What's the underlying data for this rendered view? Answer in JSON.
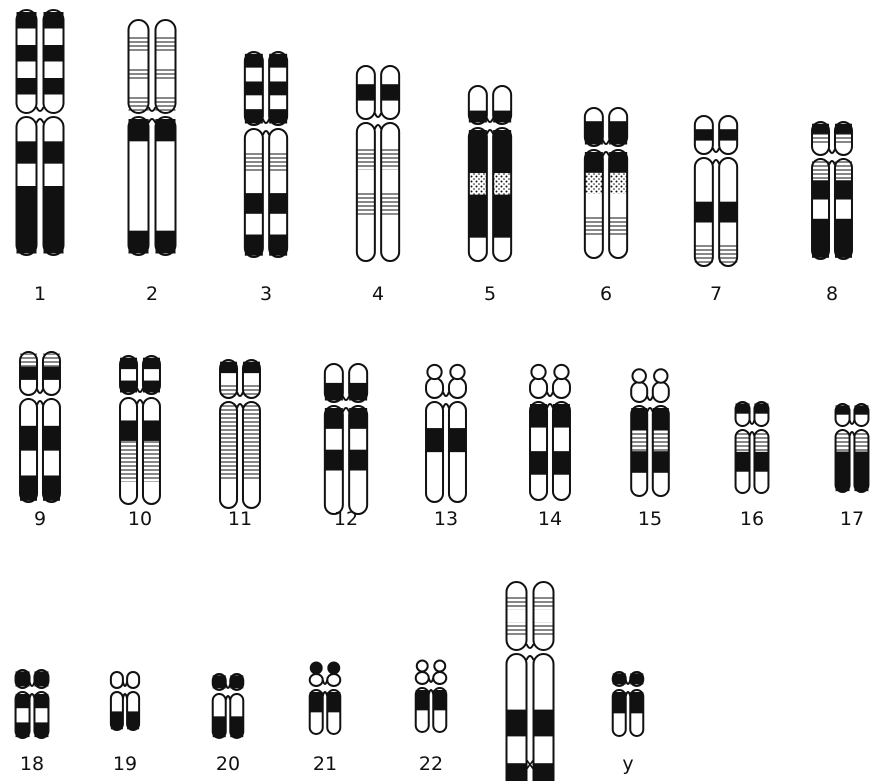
{
  "figure": {
    "title": "",
    "colors": {
      "ink": "#111111",
      "paper": "#ffffff"
    }
  },
  "chromosomes": [
    {
      "label": "1",
      "bands_p": [
        "d",
        "w",
        "d",
        "w",
        "d",
        "w"
      ],
      "bands_q": [
        "w",
        "d",
        "w",
        "d",
        "d",
        "d"
      ],
      "satellites": false
    },
    {
      "label": "2",
      "bands_p": [
        "w",
        "l",
        "w",
        "l",
        "w",
        "l"
      ],
      "bands_q": [
        "d",
        "w",
        "w",
        "w",
        "w",
        "d"
      ],
      "satellites": false
    },
    {
      "label": "3",
      "bands_p": [
        "d",
        "w",
        "d",
        "w",
        "d"
      ],
      "bands_q": [
        "w",
        "l",
        "w",
        "d",
        "w",
        "d"
      ],
      "satellites": false
    },
    {
      "label": "4",
      "bands_p": [
        "w",
        "d",
        "w"
      ],
      "bands_q": [
        "w",
        "l",
        "w",
        "l",
        "w",
        "w"
      ],
      "satellites": false
    },
    {
      "label": "5",
      "bands_p": [
        "w",
        "w",
        "d"
      ],
      "bands_q": [
        "d",
        "d",
        "s",
        "d",
        "d",
        "w"
      ],
      "satellites": false
    },
    {
      "label": "6",
      "bands_p": [
        "w",
        "d",
        "d"
      ],
      "bands_q": [
        "d",
        "s",
        "w",
        "l",
        "w"
      ],
      "satellites": false
    },
    {
      "label": "7",
      "bands_p": [
        "w",
        "d",
        "w"
      ],
      "bands_q": [
        "w",
        "w",
        "d",
        "w",
        "l"
      ],
      "satellites": false
    },
    {
      "label": "8",
      "bands_p": [
        "d",
        "l",
        "w"
      ],
      "bands_q": [
        "l",
        "d",
        "w",
        "d",
        "d"
      ],
      "satellites": false
    },
    {
      "label": "9",
      "bands_p": [
        "l",
        "d",
        "w"
      ],
      "bands_q": [
        "w",
        "d",
        "w",
        "d"
      ],
      "satellites": false
    },
    {
      "label": "10",
      "bands_p": [
        "d",
        "w",
        "d"
      ],
      "bands_q": [
        "w",
        "d",
        "l",
        "l",
        "w"
      ],
      "satellites": false
    },
    {
      "label": "11",
      "bands_p": [
        "d",
        "w",
        "l"
      ],
      "bands_q": [
        "l",
        "l",
        "l",
        "w"
      ],
      "satellites": false
    },
    {
      "label": "12",
      "bands_p": [
        "w",
        "d"
      ],
      "bands_q": [
        "d",
        "w",
        "d",
        "w",
        "w"
      ],
      "satellites": false
    },
    {
      "label": "13",
      "bands_p": [
        "w"
      ],
      "bands_q": [
        "w",
        "d",
        "w",
        "w"
      ],
      "satellites": true
    },
    {
      "label": "14",
      "bands_p": [
        "w"
      ],
      "bands_q": [
        "d",
        "w",
        "d",
        "w"
      ],
      "satellites": true
    },
    {
      "label": "15",
      "bands_p": [
        "w"
      ],
      "bands_q": [
        "d",
        "l",
        "d",
        "w"
      ],
      "satellites": true
    },
    {
      "label": "16",
      "bands_p": [
        "d",
        "w"
      ],
      "bands_q": [
        "l",
        "d",
        "w"
      ],
      "satellites": false
    },
    {
      "label": "17",
      "bands_p": [
        "d",
        "w"
      ],
      "bands_q": [
        "l",
        "d",
        "d"
      ],
      "satellites": false
    },
    {
      "label": "18",
      "bands_p": [
        "d"
      ],
      "bands_q": [
        "d",
        "w",
        "d"
      ],
      "satellites": false
    },
    {
      "label": "19",
      "bands_p": [
        "w"
      ],
      "bands_q": [
        "w",
        "d"
      ],
      "satellites": false
    },
    {
      "label": "20",
      "bands_p": [
        "d"
      ],
      "bands_q": [
        "w",
        "d"
      ],
      "satellites": false
    },
    {
      "label": "21",
      "bands_p": [
        "w"
      ],
      "bands_q": [
        "d",
        "w"
      ],
      "satellites": true
    },
    {
      "label": "22",
      "bands_p": [
        "w"
      ],
      "bands_q": [
        "d",
        "w"
      ],
      "satellites": true
    },
    {
      "label": "x",
      "bands_p": [
        "w",
        "l",
        "w",
        "l",
        "w"
      ],
      "bands_q": [
        "w",
        "w",
        "d",
        "w",
        "d"
      ],
      "satellites": false
    },
    {
      "label": "y",
      "bands_p": [
        "d"
      ],
      "bands_q": [
        "d",
        "w"
      ],
      "satellites": false
    }
  ]
}
